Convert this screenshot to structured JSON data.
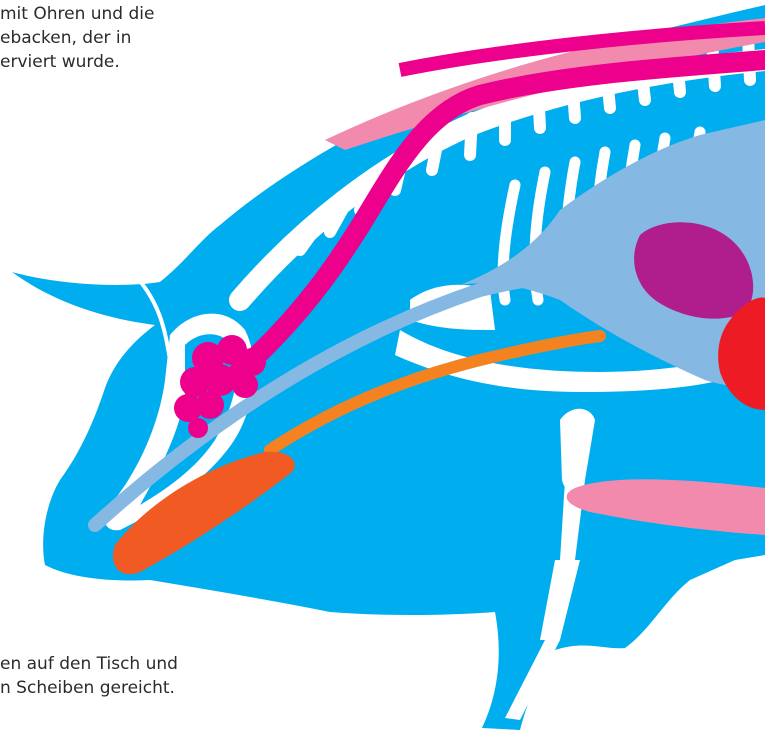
{
  "caption_top": {
    "line1": "mit Ohren und die",
    "line2": "ebacken, der in",
    "line3": "erviert wurde."
  },
  "caption_bottom": {
    "line1": "en auf den Tisch und",
    "line2": "n Scheiben gereicht."
  },
  "colors": {
    "body": "#00AEEF",
    "skeleton": "#FFFFFF",
    "windpipe_and_lung": "#85B8E2",
    "esophagus_and_glands": "#EC008C",
    "upper_muscle": "#F28AAE",
    "liver": "#B01E8E",
    "heart": "#ED1C24",
    "tongue_duct": "#F58220",
    "tongue": "#F15A22",
    "leg_muscle": "#F28AAE"
  },
  "icons": {
    "diagram": "pig-anatomy-icon"
  }
}
